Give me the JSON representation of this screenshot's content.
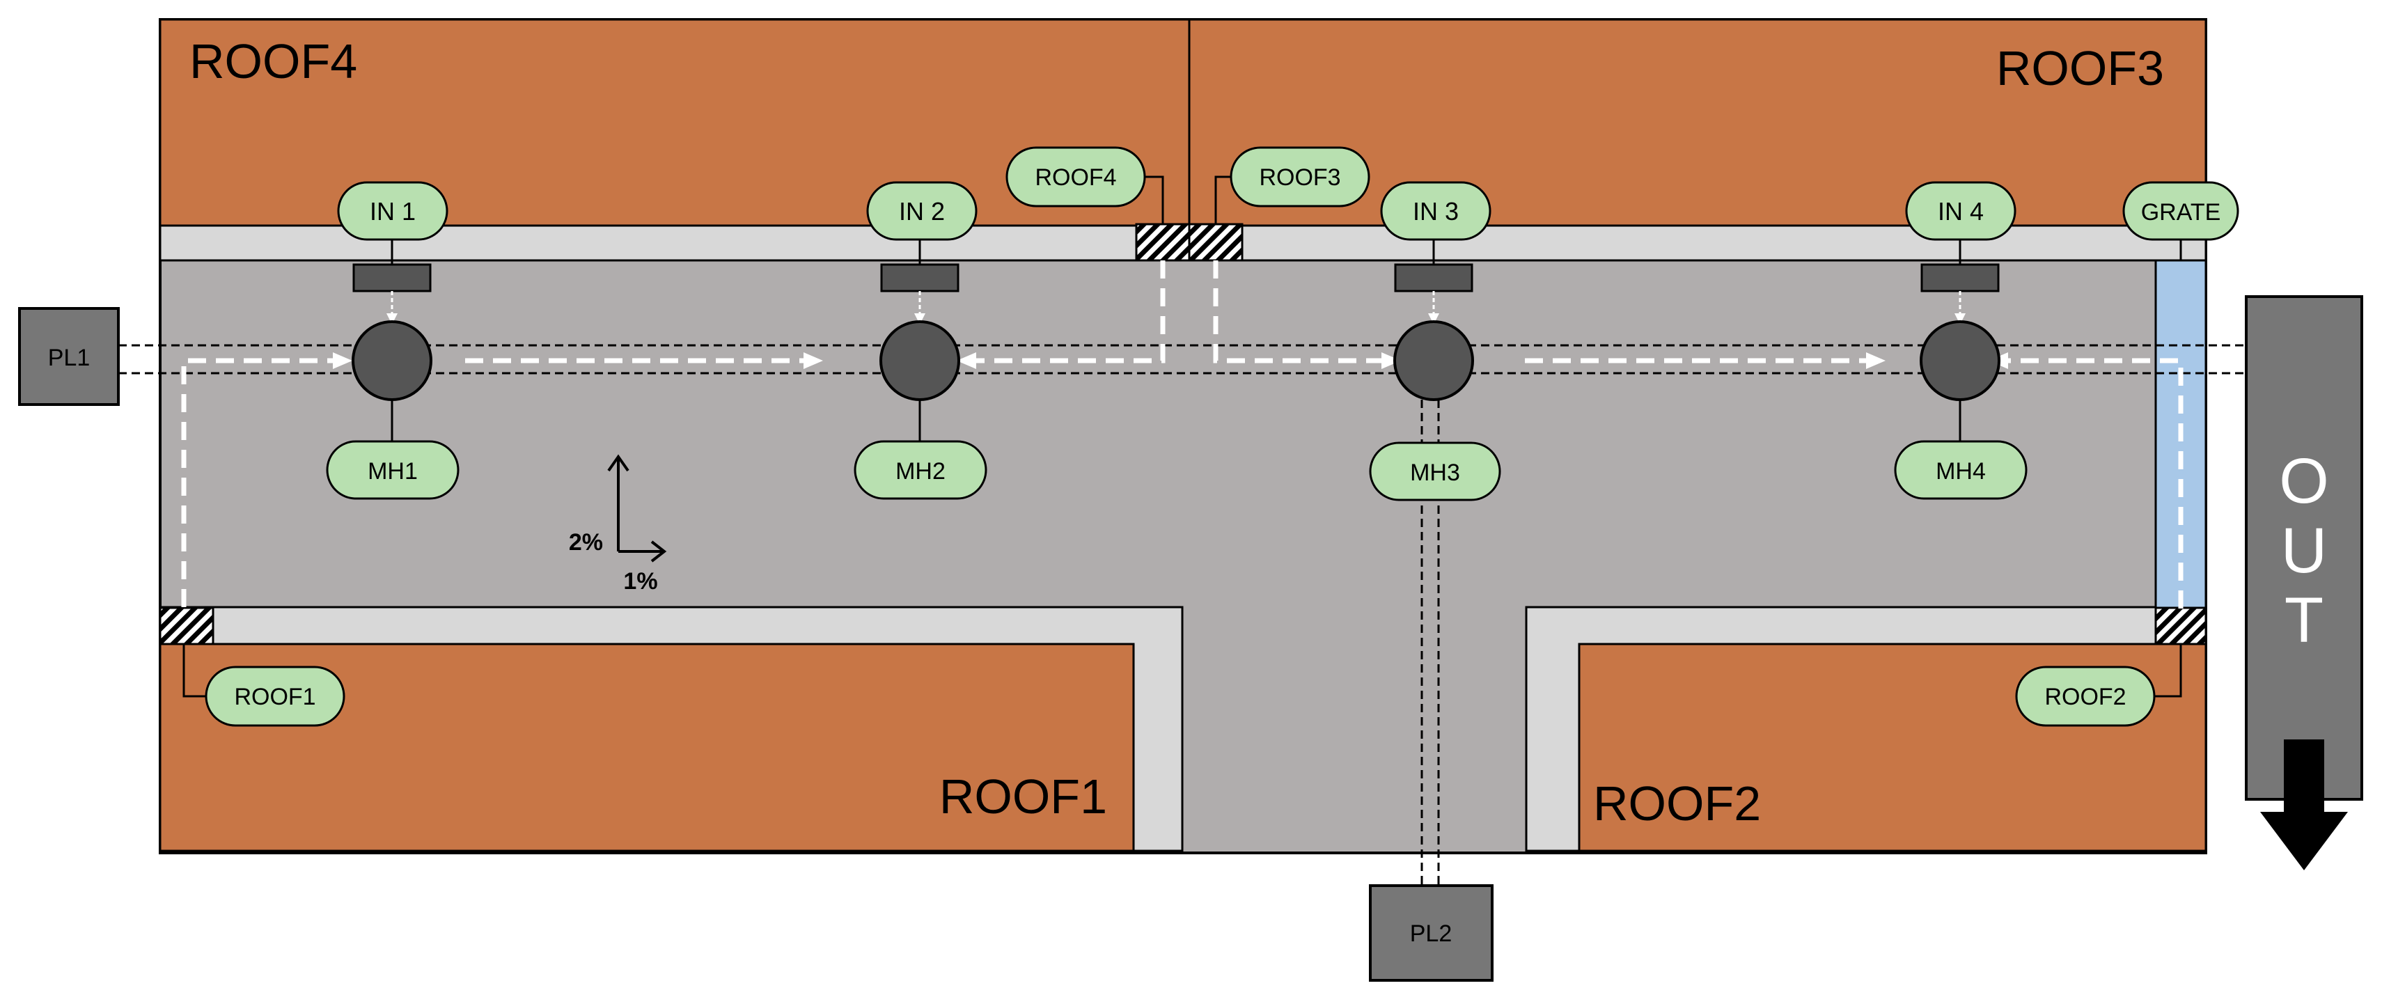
{
  "roofs": {
    "roof4": "ROOF4",
    "roof3": "ROOF3",
    "roof1": "ROOF1",
    "roof2": "ROOF2"
  },
  "outlets": {
    "roof4": "ROOF4",
    "roof3": "ROOF3",
    "roof1": "ROOF1",
    "roof2": "ROOF2"
  },
  "inlets": [
    "IN 1",
    "IN 2",
    "IN 3",
    "IN 4"
  ],
  "grate": "GRATE",
  "manholes": [
    "MH1",
    "MH2",
    "MH3",
    "MH4"
  ],
  "pipe_ends": {
    "pl1": "PL1",
    "pl2": "PL2"
  },
  "outfall": "OUT",
  "slope": {
    "ns": "2%",
    "ew": "1%"
  },
  "colors": {
    "roof": "#C87646",
    "paving": "#B0ADAD",
    "gutter": "#D8D8D8",
    "label": "#B8E0B0",
    "manhole": "#555555",
    "grate_channel": "#A8C8E8",
    "pipe_end": "#777777"
  }
}
